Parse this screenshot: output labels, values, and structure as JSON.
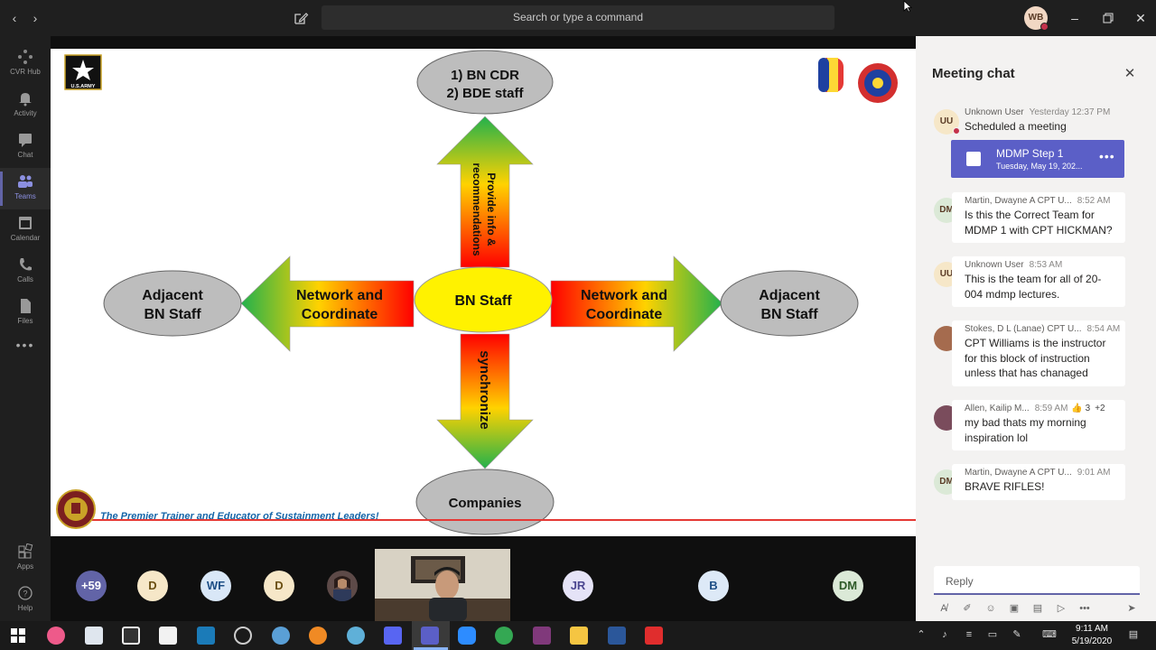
{
  "titlebar": {
    "search_placeholder": "Search or type a command",
    "user_initials": "WB"
  },
  "rail": [
    {
      "label": "CVR Hub",
      "icon": "hub-icon"
    },
    {
      "label": "Activity",
      "icon": "bell-icon"
    },
    {
      "label": "Chat",
      "icon": "chat-icon"
    },
    {
      "label": "Teams",
      "icon": "teams-icon",
      "active": true
    },
    {
      "label": "Calendar",
      "icon": "calendar-icon"
    },
    {
      "label": "Calls",
      "icon": "phone-icon"
    },
    {
      "label": "Files",
      "icon": "file-icon"
    },
    {
      "label": "Apps",
      "icon": "apps-icon"
    },
    {
      "label": "Help",
      "icon": "help-icon"
    }
  ],
  "slide": {
    "army_logo_text": "U.S.ARMY",
    "top_node": [
      "1)   BN CDR",
      "2) BDE staff"
    ],
    "center_node": "BN Staff",
    "left_node": [
      "Adjacent",
      "BN Staff"
    ],
    "right_node": [
      "Adjacent",
      "BN Staff"
    ],
    "bottom_node": "Companies",
    "left_arrow": [
      "Network and",
      "Coordinate"
    ],
    "right_arrow": [
      "Network and",
      "Coordinate"
    ],
    "up_arrow": [
      "Provide info &",
      "recommendations"
    ],
    "down_arrow": "synchronize",
    "tagline": "The Premier Trainer and Educator of Sustainment Leaders!"
  },
  "participants": [
    {
      "initials": "+59",
      "bg": "#6264a7",
      "fg": "#ffffff"
    },
    {
      "initials": "D",
      "bg": "#f6e7c8",
      "fg": "#6b4f12"
    },
    {
      "initials": "WF",
      "bg": "#d9e7f7",
      "fg": "#1e4f86"
    },
    {
      "initials": "D",
      "bg": "#f6e7c8",
      "fg": "#6b4f12"
    },
    {
      "initials": "",
      "bg": "#4a4040",
      "fg": "#ffffff"
    },
    {
      "initials": "JR",
      "bg": "#e5e3f7",
      "fg": "#4b4690"
    },
    {
      "initials": "B",
      "bg": "#dde9f7",
      "fg": "#1e4f86"
    },
    {
      "initials": "DM",
      "bg": "#dbe9d7",
      "fg": "#2e5a28"
    }
  ],
  "chat": {
    "title": "Meeting chat",
    "meeting_card": {
      "title": "MDMP Step 1",
      "subtitle": "Tuesday, May 19, 202..."
    },
    "messages": [
      {
        "initials": "UU",
        "author": "Unknown User",
        "time": "Yesterday 12:37 PM",
        "text": "Scheduled a meeting",
        "av_bg": "#f6e7c8"
      },
      {
        "initials": "DM",
        "author": "Martin, Dwayne A CPT U...",
        "time": "8:52 AM",
        "text": "Is this the Correct Team for MDMP 1 with CPT HICKMAN?",
        "av_bg": "#dbe9d7"
      },
      {
        "initials": "UU",
        "author": "Unknown User",
        "time": "8:53 AM",
        "text": "This is the team for all of 20-004 mdmp lectures.",
        "av_bg": "#f6e7c8"
      },
      {
        "initials": "",
        "author": "Stokes, D L (Lanae) CPT U...",
        "time": "8:54 AM",
        "text": "CPT Williams is the instructor for this block of instruction unless that has chanaged",
        "av_bg": "#a56b4e"
      },
      {
        "initials": "",
        "author": "Allen, Kailip M...",
        "time": "8:59 AM",
        "reactions": "👍 3",
        "more_reactions": "+2",
        "text": "my bad thats my morning inspiration lol",
        "av_bg": "#7a4c5c"
      },
      {
        "initials": "DM",
        "author": "Martin, Dwayne A CPT U...",
        "time": "9:01 AM",
        "text": "BRAVE RIFLES!",
        "av_bg": "#dbe9d7"
      }
    ],
    "reply_placeholder": "Reply"
  },
  "taskbar": {
    "time": "9:11 AM",
    "date": "5/19/2020"
  },
  "colors": {
    "teams_purple": "#6264a7",
    "presence_busy": "#c4314b"
  }
}
